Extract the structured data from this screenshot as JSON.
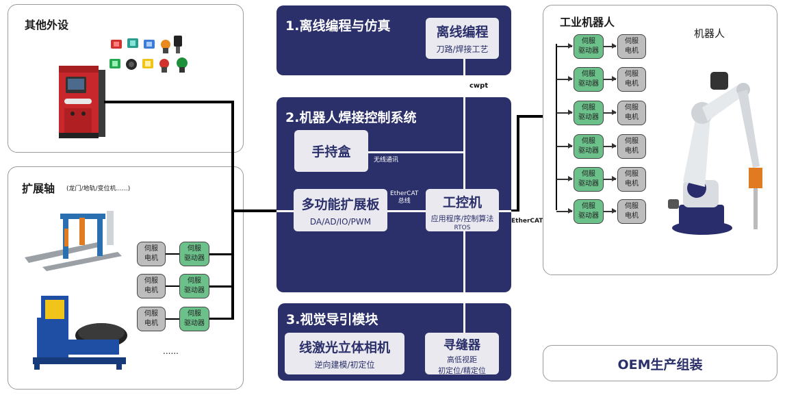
{
  "peripherals": {
    "title": "其他外设"
  },
  "ext_axis": {
    "title": "扩展轴",
    "subtitle": "(龙门/地轨/变位机......)",
    "ellipsis": "......"
  },
  "servo": {
    "motor": "伺服\n电机",
    "drive": "伺服\n驱动器"
  },
  "offline": {
    "title": "1.离线编程与仿真",
    "box_title": "离线编程",
    "box_sub": "刀路/焊接工艺"
  },
  "cwpt": "cwpt",
  "control": {
    "title": "2.机器人焊接控制系统",
    "handheld": "手持盒",
    "wireless": "无线通讯",
    "multi_title": "多功能扩展板",
    "multi_sub": "DA/AD/IO/PWM",
    "ethercat_top": "EtherCAT",
    "ethercat_bottom": "总线",
    "ipc_title": "工控机",
    "ipc_sub": "应用程序/控制算法",
    "ipc_sub2": "RTOS"
  },
  "ethercat_bus": "EtherCAT总线",
  "vision": {
    "title": "3.视觉导引模块",
    "camera_title": "线激光立体相机",
    "camera_sub": "逆向建模/初定位",
    "seam_title": "寻缝器",
    "seam_sub1": "高低视距",
    "seam_sub2": "初定位/精定位"
  },
  "robot": {
    "title": "工业机器人",
    "label": "机器人"
  },
  "oem": "OEM生产组装",
  "colors": {
    "navy": "#2b2f6a",
    "drive_green": "#6cc08a",
    "motor_gray": "#bdbdbd",
    "welder_red": "#c8282b"
  }
}
